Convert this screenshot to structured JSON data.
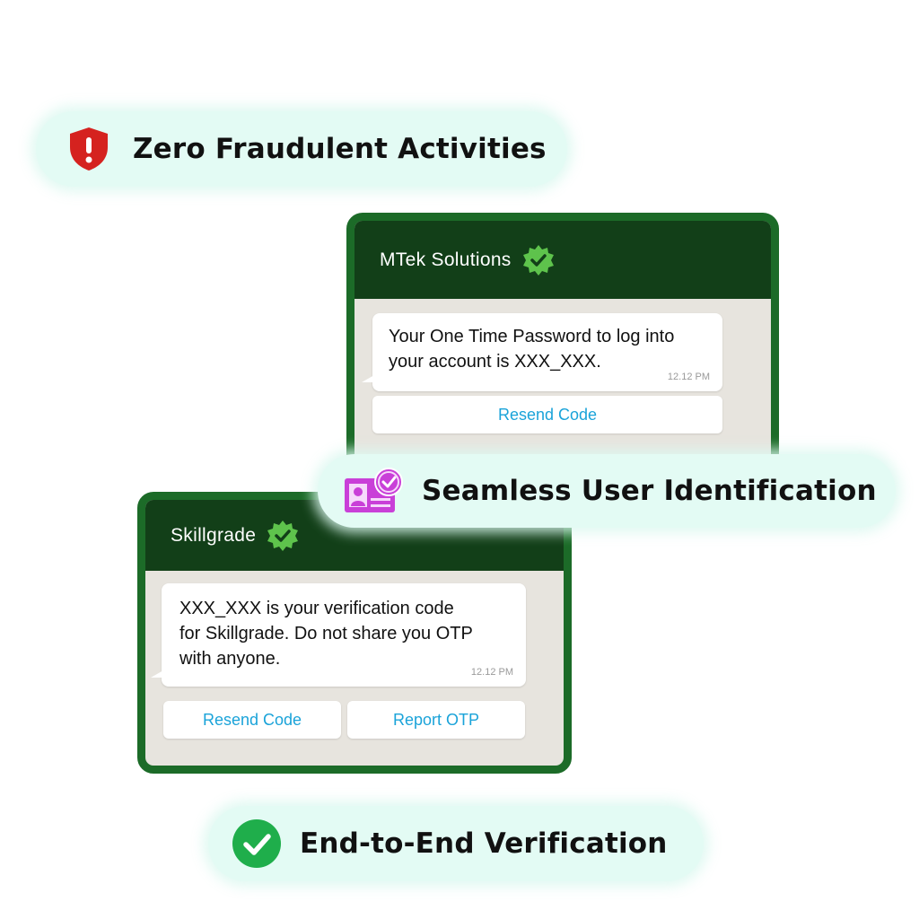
{
  "pills": {
    "fraud": "Zero Fraudulent Activities",
    "identification": "Seamless User Identification",
    "verification": "End-to-End Verification"
  },
  "mtek": {
    "sender": "MTek Solutions",
    "message_line1": "Your One Time Password to log into",
    "message_line2": "your account is XXX_XXX.",
    "time": "12.12 PM",
    "resend_label": "Resend Code"
  },
  "skillgrade": {
    "sender": "Skillgrade",
    "message_line1": "XXX_XXX is your verification code",
    "message_line2": "for Skillgrade. Do not share you OTP",
    "message_line3": "with anyone.",
    "time": "12.12 PM",
    "resend_label": "Resend Code",
    "report_label": "Report OTP"
  },
  "icons": {
    "fraud": "shield-alert-icon",
    "identification": "id-card-check-icon",
    "verification": "check-circle-icon",
    "verified_badge": "verified-badge-icon"
  },
  "colors": {
    "header_green": "#123f18",
    "border_green": "#1c6b28",
    "badge_green": "#5ec34c",
    "link_blue": "#1aa3d9",
    "pill_bg": "#e3fbf4",
    "alert_red": "#d5221f",
    "id_magenta": "#c93fd8"
  }
}
